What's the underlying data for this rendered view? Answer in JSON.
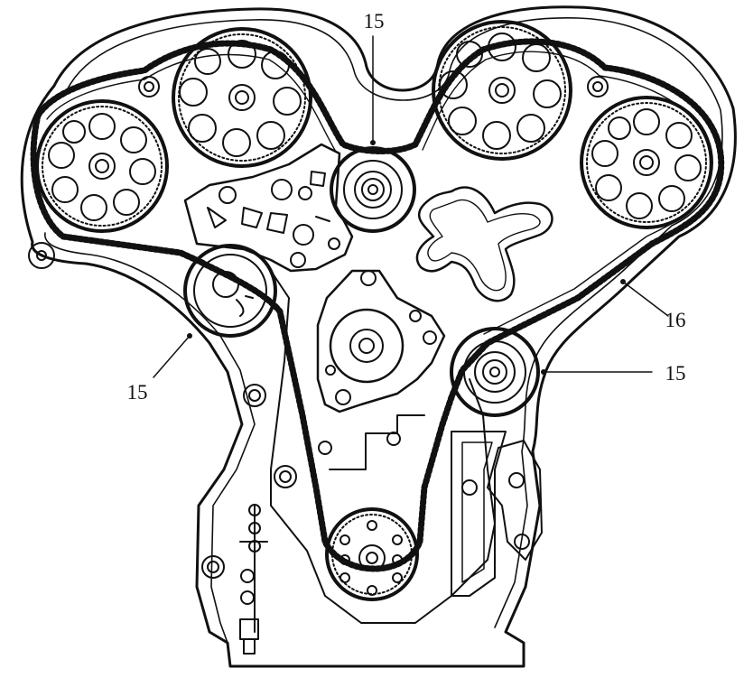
{
  "callouts": [
    {
      "id": "idler-top",
      "label": "15"
    },
    {
      "id": "idler-left",
      "label": "15"
    },
    {
      "id": "idler-right",
      "label": "15"
    },
    {
      "id": "belt-cover",
      "label": "16"
    }
  ],
  "colors": {
    "ink": "#111111",
    "paper": "#ffffff"
  }
}
